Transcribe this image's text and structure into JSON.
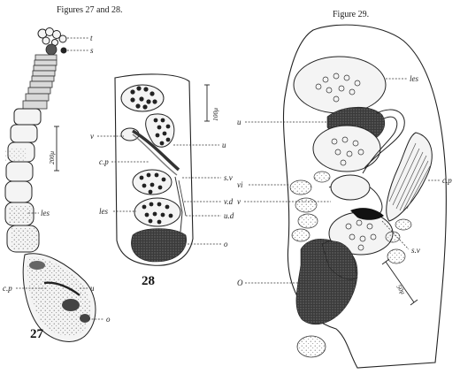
{
  "captions": {
    "fig27_28": "Figures 27 and 28.",
    "fig29": "Figure 29."
  },
  "numbers": {
    "fig27": "27",
    "fig28": "28"
  },
  "fig27_labels": {
    "t": "t",
    "s": "s",
    "les": "les",
    "cp": "c.p",
    "u": "u",
    "o": "o"
  },
  "fig27_scale": "200μ",
  "fig28_labels": {
    "v": "v",
    "u": "u",
    "cp": "c.p",
    "sv": "s.v",
    "vd": "v.d",
    "les": "les",
    "ud": "u.d",
    "o": "o"
  },
  "fig28_scale": "100μ",
  "fig29_labels": {
    "les": "les",
    "u": "u",
    "vi": "vi",
    "v": "v",
    "cp": "c.p",
    "sv": "s.v",
    "o": "O"
  },
  "fig29_scale": "50μ"
}
